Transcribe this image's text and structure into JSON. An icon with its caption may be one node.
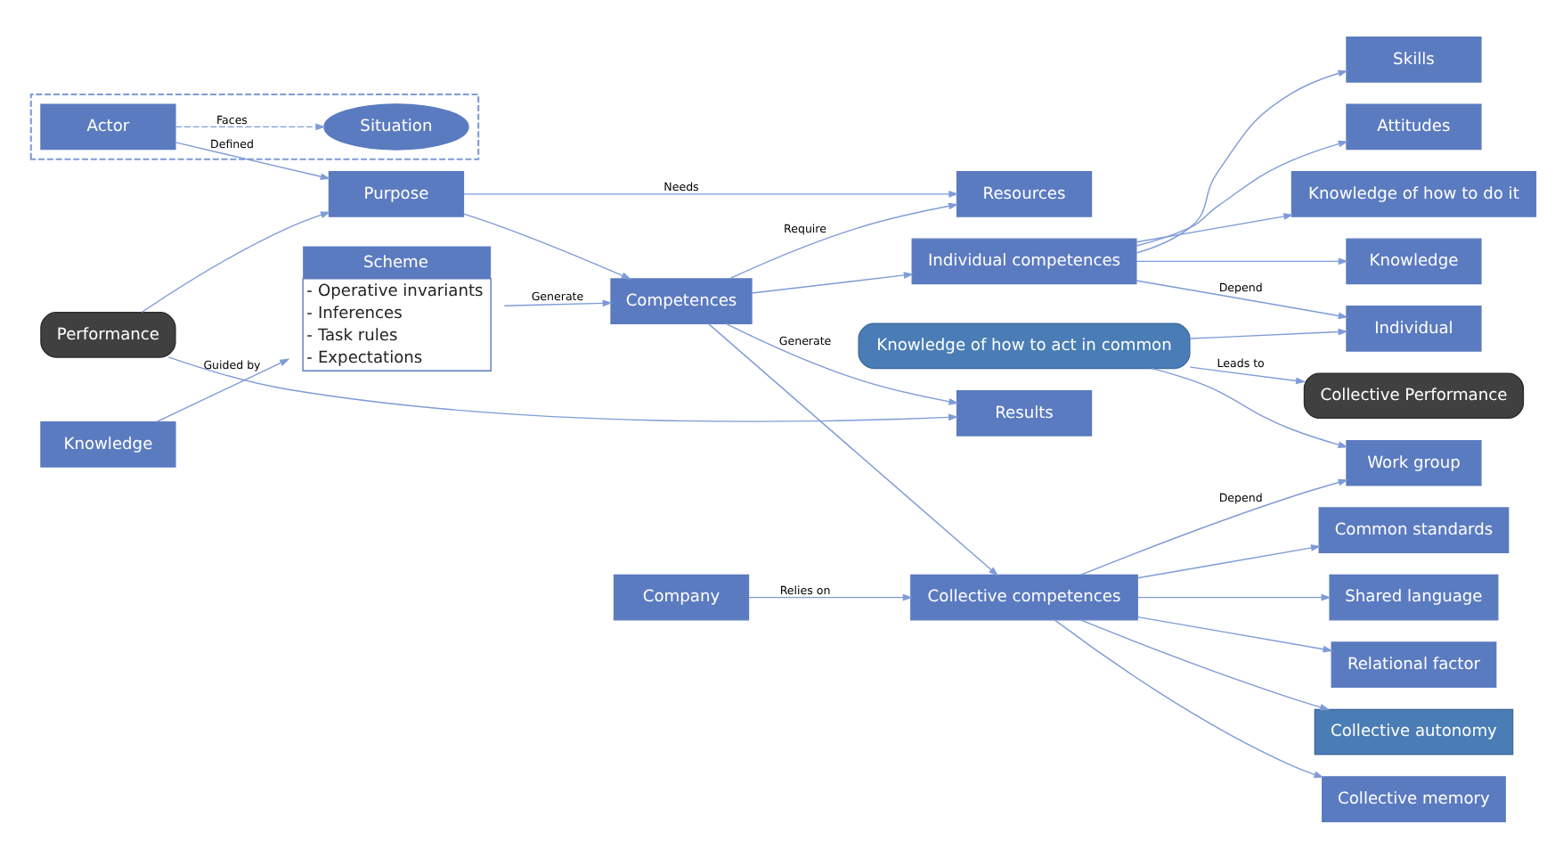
{
  "diagram": {
    "nodes": [
      {
        "text": [],
        "shape": "box"
      },
      {
        "text": [
          "Situation"
        ],
        "in": 0
      },
      {
        "text": [
          "Actor"
        ],
        "in": 0
      },
      {
        "text": [
          "Purpose"
        ]
      },
      {
        "text": [
          "Performance"
        ]
      },
      {
        "text": [
          "Results"
        ]
      },
      {
        "text": [
          "Resources"
        ]
      },
      {
        "text": [
          "Competences"
        ]
      },
      {
        "text": [
          "Individual competences"
        ]
      },
      {
        "text": [
          "Individual"
        ]
      },
      {
        "text": [
          "Knowledge of how to act in common"
        ]
      },
      {
        "text": [
          "Collective Performance"
        ]
      },
      {
        "text": [
          "Work group"
        ]
      },
      {
        "text": [
          "Collective competences"
        ]
      },
      {
        "text": [
          "Knowledge"
        ]
      },
      {
        "text": [
          "Skills"
        ]
      },
      {
        "text": [
          "Attitudes"
        ]
      },
      {
        "text": [
          "Knowledge of how to do it"
        ]
      },
      {
        "text": [
          "Collective memory"
        ]
      },
      {
        "text": [
          "Common standards"
        ]
      },
      {
        "text": [
          "Shared language"
        ]
      },
      {
        "text": [
          "Relational factor"
        ]
      },
      {
        "text": [
          "Collective autonomy"
        ]
      },
      {
        "text": [
          "Knowledge"
        ]
      },
      {
        "text": [
          "Scheme",
          "-",
          "Operative invariants",
          "-",
          "Inferences",
          "-",
          "Task rules",
          "-",
          "Expectations"
        ]
      },
      {
        "text": [
          "Company"
        ]
      }
    ],
    "edges": [
      {
        "from": 2,
        "to": 1,
        "arrow": "to",
        "label": "Faces",
        "style": "dashed"
      },
      {
        "from": 2,
        "to": 3,
        "arrow": "to",
        "label": "Defined"
      },
      {
        "from": 4,
        "to": 3,
        "arrow": "to"
      },
      {
        "from": 4,
        "to": 5,
        "arrow": "to"
      },
      {
        "from": 3,
        "to": 6,
        "arrow": "to",
        "label": "Needs"
      },
      {
        "from": 3,
        "to": 7,
        "arrow": "to"
      },
      {
        "from": 7,
        "to": 5,
        "arrow": "to",
        "label": "Generate"
      },
      {
        "from": 7,
        "to": 6,
        "arrow": "to",
        "label": "Require"
      },
      {
        "from": 7,
        "to": 8,
        "arrow": "to"
      },
      {
        "from": 7,
        "to": 13,
        "arrow": "to"
      },
      {
        "from": 8,
        "to": 9,
        "arrow": "to",
        "label": "Depend"
      },
      {
        "from": 8,
        "to": 14,
        "arrow": "to"
      },
      {
        "from": 8,
        "to": 15,
        "arrow": "to"
      },
      {
        "from": 8,
        "to": 16,
        "arrow": "to"
      },
      {
        "from": 8,
        "to": 17,
        "arrow": "to"
      },
      {
        "from": 10,
        "to": 9,
        "arrow": "to"
      },
      {
        "from": 10,
        "to": 11,
        "arrow": "to",
        "label": "Leads to"
      },
      {
        "from": 10,
        "to": 12,
        "arrow": "to"
      },
      {
        "from": 13,
        "to": 12,
        "arrow": "to",
        "label": "Depend"
      },
      {
        "from": 13,
        "to": 18,
        "arrow": "to"
      },
      {
        "from": 13,
        "to": 19,
        "arrow": "to"
      },
      {
        "from": 13,
        "to": 20,
        "arrow": "to"
      },
      {
        "from": 13,
        "to": 21,
        "arrow": "to"
      },
      {
        "from": 13,
        "to": 22,
        "arrow": "to"
      },
      {
        "from": 23,
        "to": 24,
        "arrow": "to",
        "label": "Guided by"
      },
      {
        "from": 24,
        "to": 7,
        "arrow": "to",
        "label": "Generate"
      },
      {
        "from": 25,
        "to": 13,
        "arrow": "to",
        "label": "Relies on"
      }
    ]
  }
}
